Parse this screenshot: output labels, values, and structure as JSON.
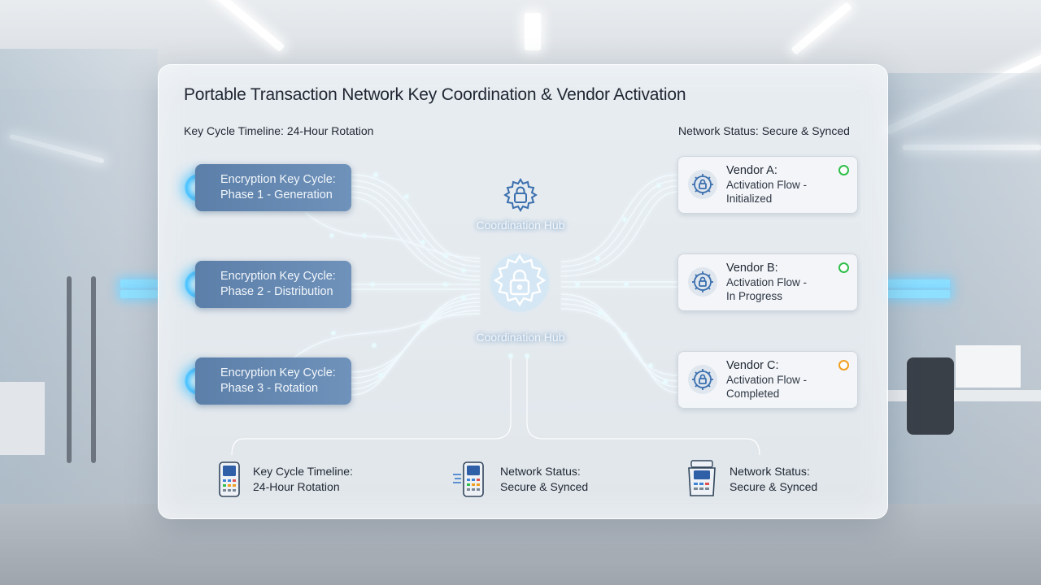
{
  "title": "Portable Transaction Network Key Coordination & Vendor Activation",
  "header": {
    "timeline_label": "Key Cycle Timeline:",
    "timeline_value": "24-Hour Rotation",
    "status_label": "Network Status:",
    "status_value": "Secure & Synced"
  },
  "key_cycles": [
    {
      "label": "Encryption Key Cycle:",
      "phase": "Phase 1 - Generation"
    },
    {
      "label": "Encryption Key Cycle:",
      "phase": "Phase 2 - Distribution"
    },
    {
      "label": "Encryption Key Cycle:",
      "phase": "Phase 3 - Rotation"
    }
  ],
  "hub": {
    "top_label": "Coordination Hub",
    "center_label": "Coordination Hub",
    "icon": "gear-lock-icon"
  },
  "vendors": [
    {
      "name": "Vendor A:",
      "flow": "Activation Flow -",
      "status": "Initialized",
      "status_color": "#2fbf4a"
    },
    {
      "name": "Vendor B:",
      "flow": "Activation Flow -",
      "status": "In Progress",
      "status_color": "#2fbf4a"
    },
    {
      "name": "Vendor C:",
      "flow": "Activation Flow -",
      "status": "Completed",
      "status_color": "#f0a020"
    }
  ],
  "footer": [
    {
      "label": "Key Cycle Timeline:",
      "value": "24-Hour Rotation",
      "icon": "handheld-terminal-icon"
    },
    {
      "label": "Network Status:",
      "value": "Secure & Synced",
      "icon": "card-reader-icon"
    },
    {
      "label": "Network Status:",
      "value": "Secure & Synced",
      "icon": "pos-terminal-icon"
    }
  ],
  "colors": {
    "accent": "#4cc3ff",
    "key_box": "#5b7fa8",
    "ok": "#2fbf4a",
    "warn": "#f0a020"
  }
}
